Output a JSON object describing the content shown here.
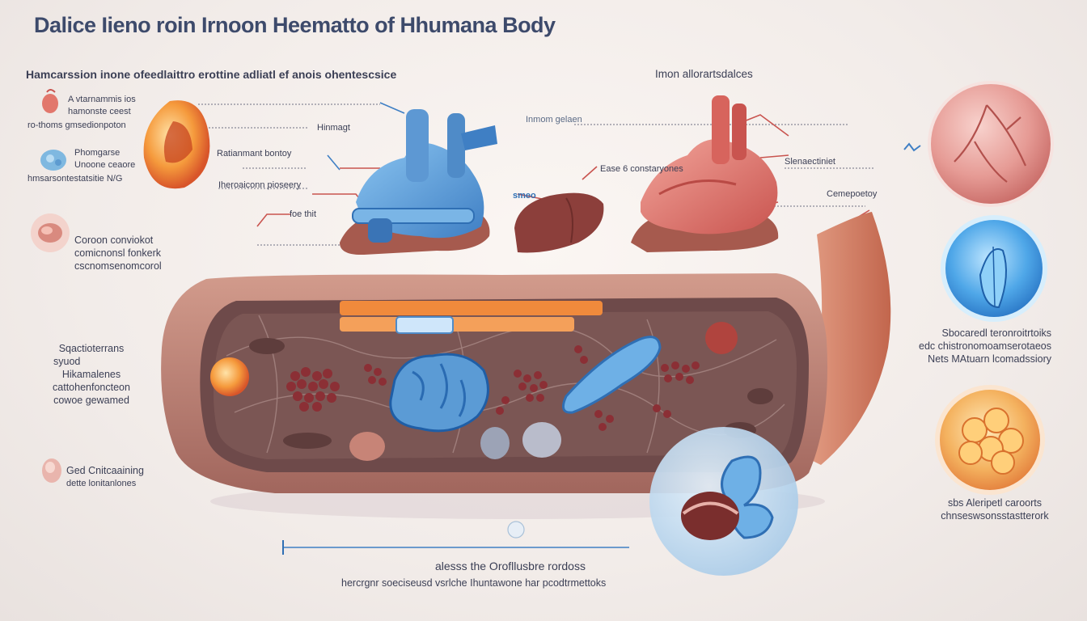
{
  "title": "Dalice Iieno roin Irnoon Heematto of Hhumana Body",
  "subtitle_left": "Hamcarssion inone ofeedlaittro erottine adliatl ef anois ohentescsice",
  "subtitle_right": "Imon allorartsdalces",
  "left_labels": {
    "l1": [
      "A vtarnammis ios",
      "hamonste ceest",
      "ro-thoms gmsedionpoton"
    ],
    "l2": [
      "Phomgarse",
      "Unoone ceaore",
      "hmsarsontestatsitie N/G"
    ],
    "l3": [
      "Coroon conviokot",
      "comicnonsl fonkerk",
      "cscnomsenomcorol"
    ],
    "l4": [
      "Sqactioterrans",
      "syuod",
      "Hikamalenes",
      "cattohenfoncteon",
      "cowoe gewamed"
    ],
    "l5": [
      "Ged Cnitcaaining",
      "dette lonitanlones"
    ]
  },
  "callouts": {
    "c1": "Hinmagt",
    "c2": "Ratianmant bontoy",
    "c3": "Iheroaiconn pioseery",
    "c4": "foe thit",
    "c5": "Inmom gelaen",
    "c6": "smeo",
    "c7": "Ease 6 constaryones",
    "c8": "Slenaectiniet",
    "c9": "Cemepoetoy"
  },
  "right_labels": {
    "r1": [
      "Sbocaredl teronroitrtoiks",
      "edc chistronomoamserotaeos",
      "Nets MAtuarn lcomadssiory"
    ],
    "r2": [
      "sbs Aleripetl caroorts",
      "chnseswsonsstastterork"
    ]
  },
  "bottom": {
    "line1": "alesss the Orofllusbre rordoss",
    "line2": "hercrgnr soeciseusd vsrlche Ihuntawone har pcodtrmettoks"
  },
  "colors": {
    "background": "#f2ece9",
    "title": "#3d4a6b",
    "blue_organ": "#5b9bd5",
    "red_organ": "#d9726b",
    "tissue": "#b9756b",
    "tissue_inner": "#6e4a4a"
  },
  "icons": [
    "heart-icon",
    "cell-icon",
    "stomach-icon",
    "bladder-icon",
    "blood-sphere-icon",
    "neuron-sphere-icon",
    "adipose-sphere-icon",
    "kidney-sphere-icon"
  ]
}
